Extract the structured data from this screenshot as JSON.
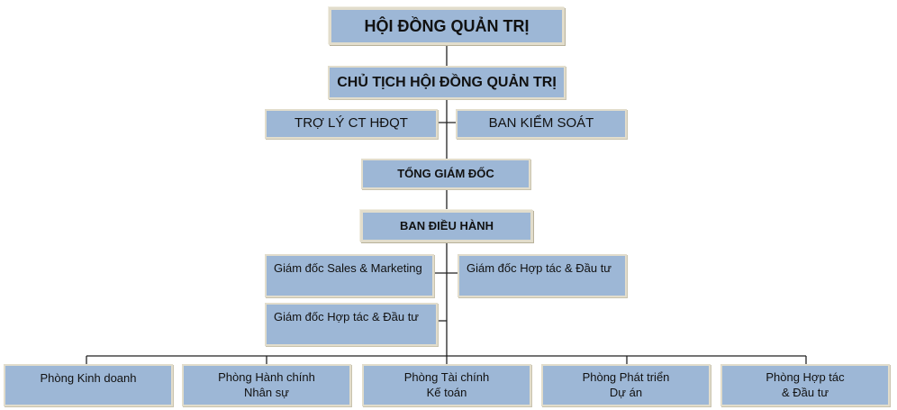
{
  "chart": {
    "board": "HỘI ĐỒNG QUẢN TRỊ",
    "chairman": "CHỦ TỊCH HỘI ĐỒNG QUẢN TRỊ",
    "assistant": "TRỢ LÝ CT HĐQT",
    "supervisory": "BAN KIỂM SOÁT",
    "ceo": "TỔNG GIÁM ĐỐC",
    "executive": "BAN ĐIỀU HÀNH",
    "director_sales": "Giám đốc Sales & Marketing",
    "director_coop_right": "Giám đốc Hợp tác & Đầu tư",
    "director_coop_left": "Giám đốc Hợp tác & Đầu tư",
    "departments": [
      "Phòng Kinh doanh",
      "Phòng Hành chính\nNhân sự",
      "Phòng Tài chính\nKế toán",
      "Phòng Phát triển\nDự án",
      "Phòng Hợp tác\n& Đầu tư"
    ]
  }
}
